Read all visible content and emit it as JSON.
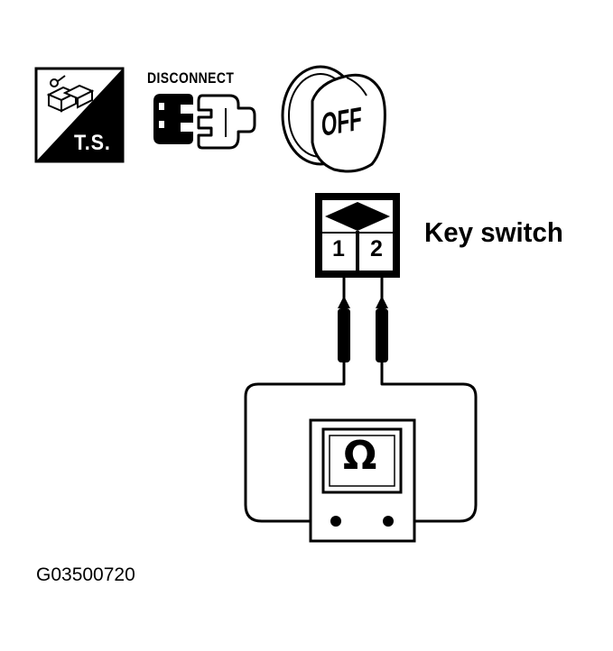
{
  "icons": {
    "troubleshoot": {
      "icon": "ts-battery-icon",
      "label": "T.S."
    },
    "disconnect": {
      "icon": "connector-disconnect-icon",
      "label": "DISCONNECT"
    },
    "ignition": {
      "icon": "ignition-key-off-icon",
      "label": "OFF"
    }
  },
  "diagram": {
    "component_label": "Key switch",
    "terminals": [
      "1",
      "2"
    ],
    "meter_symbol": "Ω"
  },
  "figure_id": "G03500720"
}
